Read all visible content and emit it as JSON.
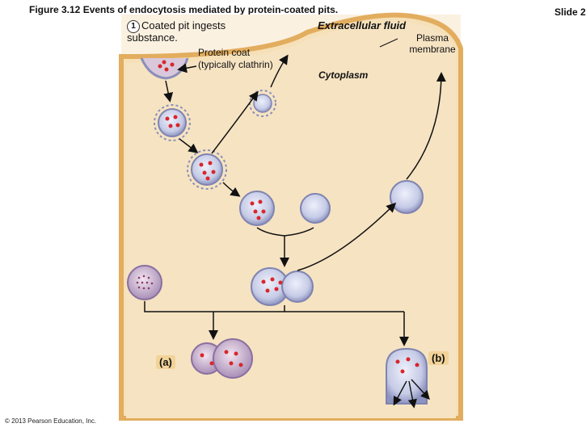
{
  "header": {
    "figure_title": "Figure 3.12  Events of endocytosis mediated by protein-coated pits.",
    "slide_label": "Slide 2"
  },
  "labels": {
    "step_number": "1",
    "step_text_line1": "Coated pit ingests",
    "step_text_line2": "substance.",
    "protein_coat": "Protein coat (typically clathrin)",
    "extracellular_fluid": "Extracellular fluid",
    "plasma_membrane": "Plasma membrane",
    "cytoplasm": "Cytoplasm",
    "pathway_a": "(a)",
    "pathway_b": "(b)"
  },
  "footer": {
    "copyright": "© 2013 Pearson Education, Inc."
  },
  "colors": {
    "cytoplasm_fill": "#f6e3c2",
    "membrane": "#e9b96a",
    "vesicle_fill": "#c9cde6",
    "vesicle_edge": "#7f84b0",
    "cargo_dot": "#d8262c",
    "coat_spike": "#8a8fb8"
  }
}
